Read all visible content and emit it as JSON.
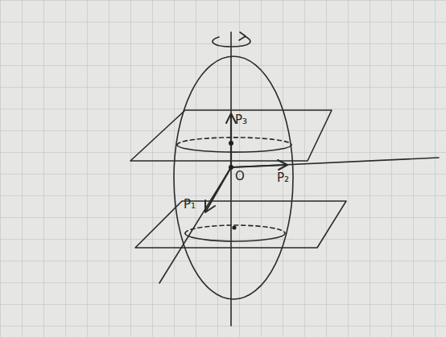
{
  "diagram": {
    "labels": [
      "P₃",
      "O",
      "P₂",
      "P₁"
    ]
  }
}
